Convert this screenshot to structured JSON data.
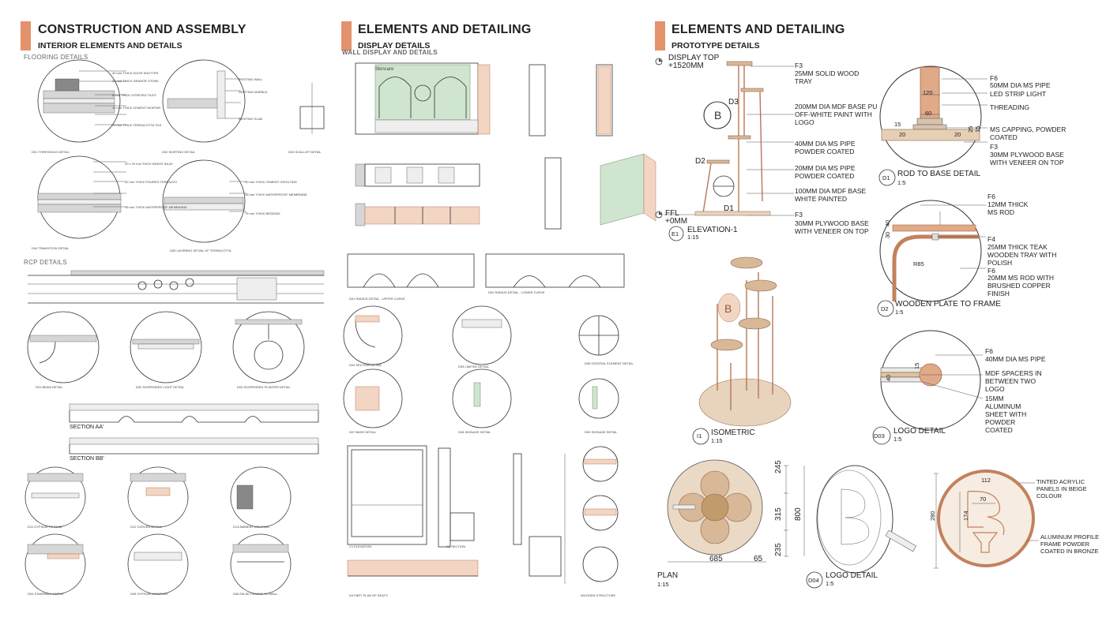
{
  "panel1": {
    "title": "CONSTRUCTION AND ASSEMBLY",
    "subtitle": "INTERIOR ELEMENTS AND DETAILS",
    "flooring_heading": "FLOORING DETAILS",
    "rcp_heading": "RCP DETAILS",
    "section_aa": "SECTION AA'",
    "section_bb": "SECTION BB'"
  },
  "panel2": {
    "title": "ELEMENTS AND DETAILING",
    "subtitle": "DISPLAY DETAILS",
    "subheading": "WALL DISPLAY AND DETAILS"
  },
  "panel3": {
    "title": "ELEMENTS AND DETAILING",
    "subtitle": "PROTOTYPE DETAILS",
    "elevation": {
      "display_top": "DISPLAY TOP",
      "display_top_level": "+1520MM",
      "ffl": "FFL",
      "ffl_level": "+0MM",
      "f3_tag": "F3",
      "tray_note": "25MM SOLID WOOD TRAY",
      "mdf_base_note": "200MM DIA MDF BASE PU OFF-WHITE PAINT WITH LOGO",
      "pipe40_note": "40MM DIA MS PIPE POWDER COATED",
      "pipe20_note": "20MM DIA MS PIPE POWDER COATED",
      "mdf100_note": "100MM DIA MDF BASE WHITE PAINTED",
      "f3_tag_bottom": "F3",
      "plywood_note": "30MM PLYWOOD BASE WITH VENEER ON TOP",
      "d3": "D3",
      "d2": "D2",
      "d1": "D1",
      "caption_code": "E1",
      "caption": "ELEVATION-1",
      "scale": "1:15"
    },
    "isometric": {
      "code": "I1",
      "caption": "ISOMETRIC",
      "scale": "1:15"
    },
    "plan": {
      "caption": "PLAN",
      "scale": "1:15",
      "dim_width": "685",
      "dim_offset": "65"
    },
    "logo_side": {
      "dim_top": "245",
      "dim_mid": "315",
      "dim_bottom": "235",
      "dim_total": "800",
      "code": "D04",
      "caption": "LOGO DETAIL",
      "scale": "1:5"
    },
    "logo_front": {
      "dim_top": "112",
      "dim_inner": "70",
      "dim_height": "174",
      "dim_total": "280",
      "note1": "TINTED ACRYLIC PANELS IN BEIGE COLOUR",
      "note2": "ALUMINUM PROFILE FRAME POWDER COATED IN BRONZE"
    },
    "d1": {
      "f6": "F6",
      "pipe": "50MM DIA MS PIPE",
      "led": "LED STRIP LIGHT",
      "threading": "THREADING",
      "capping": "MS CAPPING, POWDER COATED",
      "f3": "F3",
      "plywood": "30MM PLYWOOD BASE WITH VENEER ON TOP",
      "dim_120": "120",
      "dim_60": "60",
      "dim_15": "15",
      "dim_20a": "20",
      "dim_20b": "20",
      "dim_25": "25",
      "dim_15b": "15",
      "code": "D1",
      "caption": "ROD TO BASE DETAIL",
      "scale": "1:5"
    },
    "d2": {
      "f6": "F6",
      "rod": "12MM THICK MS ROD",
      "f4": "F4",
      "tray": "25MM THICK TEAK WOODEN TRAY WITH POLISH",
      "f6b": "F6",
      "copper": "20MM MS ROD WITH BRUSHED COPPER FINISH",
      "dim_30": "30",
      "dim_40": "40",
      "r85": "R85",
      "code": "D2",
      "caption": "WOODEN PLATE TO FRAME",
      "scale": "1:5"
    },
    "d03": {
      "f6": "F6",
      "pipe": "40MM DIA MS PIPE",
      "spacers": "MDF SPACERS IN BETWEEN TWO LOGO",
      "aluminium": "15MM ALUMINUM SHEET WITH POWDER COATED",
      "dim_40": "40",
      "dim_15": "15",
      "code": "D03",
      "caption": "LOGO DETAIL",
      "scale": "1:5"
    }
  },
  "colors": {
    "accent": "#e3926c",
    "copper": "#b87755",
    "wood": "#d9b898"
  }
}
